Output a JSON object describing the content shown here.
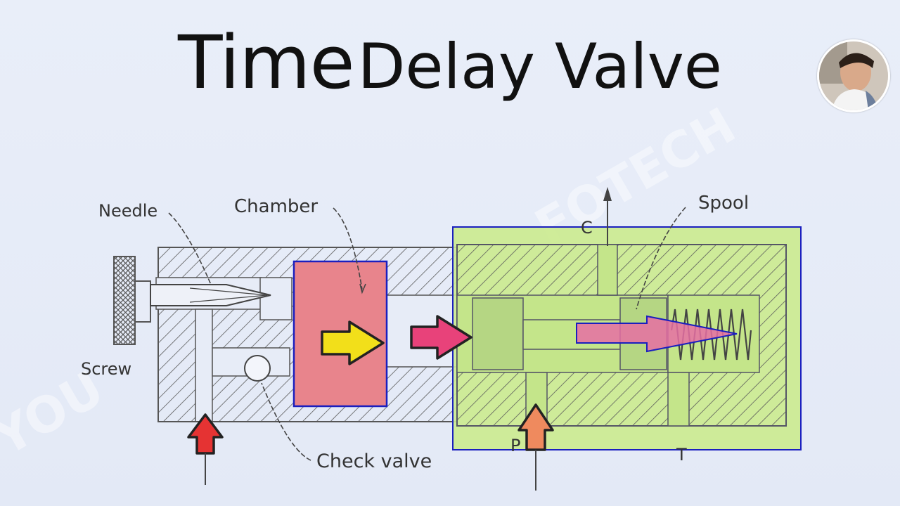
{
  "title": {
    "word1": "Time",
    "word2": "Delay Valve"
  },
  "labels": {
    "needle": "Needle",
    "chamber": "Chamber",
    "screw": "Screw",
    "check_valve": "Check valve",
    "spool": "Spool",
    "port_c": "C",
    "port_p": "P",
    "port_t": "T"
  },
  "colors": {
    "chamber_fill": "#e8848c",
    "highlight_fill": "#ccea90",
    "outline_blue": "#1a1fbf",
    "arrow_yellow": "#f2df1a",
    "arrow_pink": "#e8427a",
    "arrow_red": "#e53333",
    "arrow_orange": "#ef8a5e"
  }
}
